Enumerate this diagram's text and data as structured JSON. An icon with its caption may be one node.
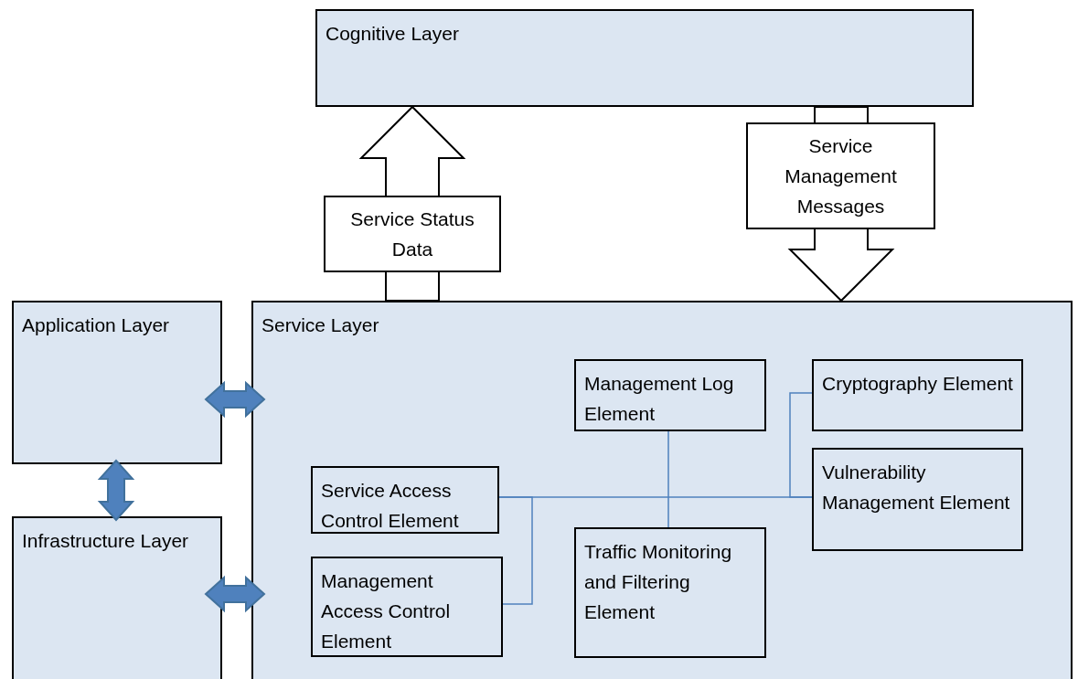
{
  "diagram": {
    "nodes": [
      {
        "text": [
          "Cognitive Layer"
        ]
      },
      {
        "text": [
          "Application Layer"
        ]
      },
      {
        "text": [
          "Infrastructure Layer"
        ]
      },
      {
        "text": [
          "Service Layer"
        ]
      },
      {
        "text": [
          "Management Log Element"
        ],
        "in": 3
      },
      {
        "text": [
          "Cryptography Element"
        ],
        "in": 3
      },
      {
        "text": [
          "Service Access Control Element"
        ],
        "in": 3
      },
      {
        "text": [
          "Vulnerability Management Element"
        ],
        "in": 3
      },
      {
        "text": [
          "Management Access Control Element"
        ],
        "in": 3
      },
      {
        "text": [
          "Traffic Monitoring and Filtering Element"
        ],
        "in": 3
      }
    ],
    "edges": [
      {
        "from": 3,
        "to": 0,
        "arrow": "to",
        "label": "Service Status Data",
        "style": "thick",
        "color": "#000000"
      },
      {
        "from": 0,
        "to": 3,
        "arrow": "to",
        "label": "Service Management Messages",
        "style": "thick",
        "color": "#000000"
      },
      {
        "from": 1,
        "to": 3,
        "arrow": "both",
        "style": "thick"
      },
      {
        "from": 2,
        "to": 3,
        "arrow": "both",
        "style": "thick"
      },
      {
        "from": 1,
        "to": 2,
        "arrow": "both",
        "style": "thick"
      },
      {
        "from": 6,
        "to": 7,
        "arrow": "none"
      },
      {
        "from": 8,
        "to": 6,
        "arrow": "none"
      },
      {
        "from": 4,
        "to": 9,
        "arrow": "none"
      },
      {
        "from": 5,
        "to": 7,
        "arrow": "none"
      }
    ]
  }
}
